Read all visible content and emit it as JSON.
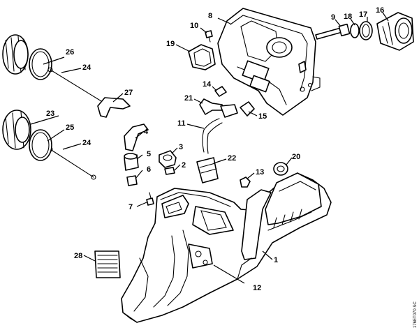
{
  "callouts": {
    "c1": "1",
    "c2": "2",
    "c3": "3",
    "c4": "4",
    "c5": "5",
    "c6": "6",
    "c7": "7",
    "c8": "8",
    "c9": "9",
    "c10": "10",
    "c11": "11",
    "c12": "12",
    "c13": "13",
    "c14": "14",
    "c15": "15",
    "c16": "16",
    "c17": "17",
    "c18": "18",
    "c19": "19",
    "c20": "20",
    "c21": "21",
    "c22": "22",
    "c23": "23",
    "c24a": "24",
    "c24b": "24",
    "c25": "25",
    "c26": "26",
    "c27": "27",
    "c28": "28"
  },
  "drawing_code": "176ET070 SC"
}
